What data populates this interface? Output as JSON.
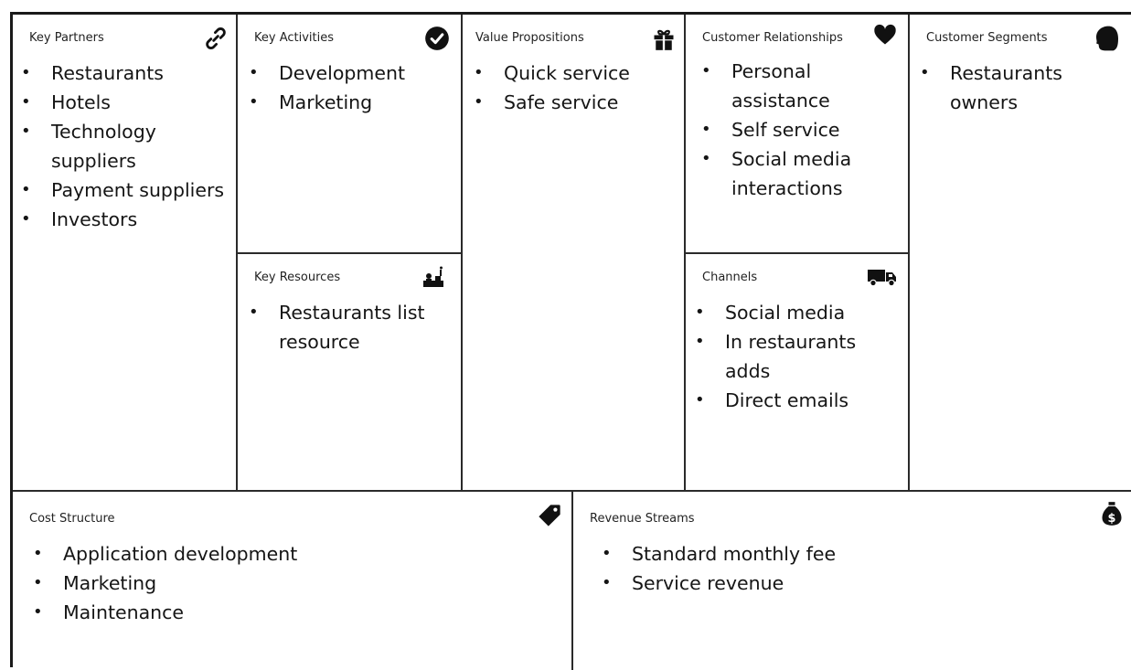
{
  "canvas": {
    "key_partners": {
      "title": "Key Partners",
      "icon": "link-icon",
      "items": [
        "Restaurants",
        "Hotels",
        "Technology suppliers",
        "Payment suppliers",
        "Investors"
      ]
    },
    "key_activities": {
      "title": "Key Activities",
      "icon": "checkmark-circle-icon",
      "items": [
        "Development",
        "Marketing"
      ]
    },
    "key_resources": {
      "title": "Key Resources",
      "icon": "factory-worker-icon",
      "items": [
        "Restaurants list resource"
      ]
    },
    "value_propositions": {
      "title": "Value Propositions",
      "icon": "gift-icon",
      "items": [
        "Quick service",
        "Safe service"
      ]
    },
    "customer_relationships": {
      "title": "Customer Relationships",
      "icon": "heart-icon",
      "items": [
        "Personal assistance",
        "Self service",
        "Social media interactions"
      ]
    },
    "channels": {
      "title": "Channels",
      "icon": "truck-icon",
      "items": [
        "Social media",
        "In restaurants adds",
        "Direct emails"
      ]
    },
    "customer_segments": {
      "title": "Customer Segments",
      "icon": "person-head-icon",
      "items": [
        "Restaurants owners"
      ]
    },
    "cost_structure": {
      "title": "Cost Structure",
      "icon": "price-tag-icon",
      "items": [
        "Application development",
        "Marketing",
        "Maintenance"
      ]
    },
    "revenue_streams": {
      "title": "Revenue Streams",
      "icon": "money-bag-icon",
      "items": [
        "Standard monthly fee",
        "Service revenue"
      ]
    }
  }
}
